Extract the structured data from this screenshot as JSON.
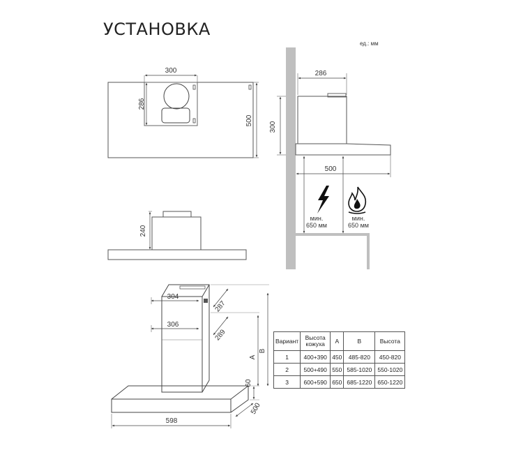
{
  "title": "УСТАНОВКА",
  "units": "ед.:  мм",
  "dimensions": {
    "front_top_width": "300",
    "front_top_height": "286",
    "front_height": "500",
    "side_depth": "286",
    "side_height": "300",
    "side_bottom_depth": "500",
    "bottom_view_height": "240",
    "iso_top_width": "304",
    "iso_top_depth": "287",
    "iso_mid_width": "306",
    "iso_mid_depth": "289",
    "iso_canopy_height": "60",
    "iso_canopy_depth": "500",
    "iso_width": "598",
    "iso_label_a": "A",
    "iso_label_b": "B"
  },
  "clearance": {
    "electric_label": "мин.",
    "electric_value": "650 мм",
    "gas_label": "мин.",
    "gas_value": "650 мм"
  },
  "icons": {
    "electric": "lightning-icon",
    "gas": "flame-icon"
  },
  "table": {
    "headers": [
      "Вариант",
      "Высота кожуха",
      "A",
      "B",
      "Высота"
    ],
    "rows": [
      [
        "1",
        "400+390",
        "450",
        "485-820",
        "450-820"
      ],
      [
        "2",
        "500+490",
        "550",
        "585-1020",
        "550-1020"
      ],
      [
        "3",
        "600+590",
        "650",
        "685-1220",
        "650-1220"
      ]
    ]
  }
}
